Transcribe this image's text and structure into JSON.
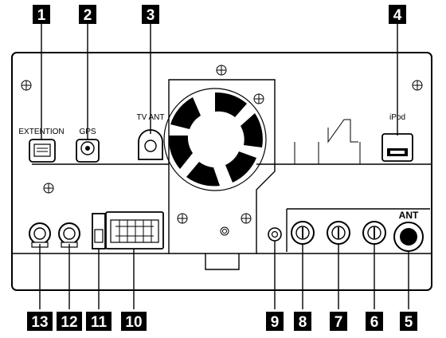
{
  "callouts": [
    "1",
    "2",
    "3",
    "4",
    "5",
    "6",
    "7",
    "8",
    "9",
    "10",
    "11",
    "12",
    "13"
  ],
  "labels": {
    "extention": "EXTENTION",
    "gps": "GPS",
    "tv_ant": "TV ANT",
    "ipod": "iPod",
    "ant": "ANT"
  }
}
